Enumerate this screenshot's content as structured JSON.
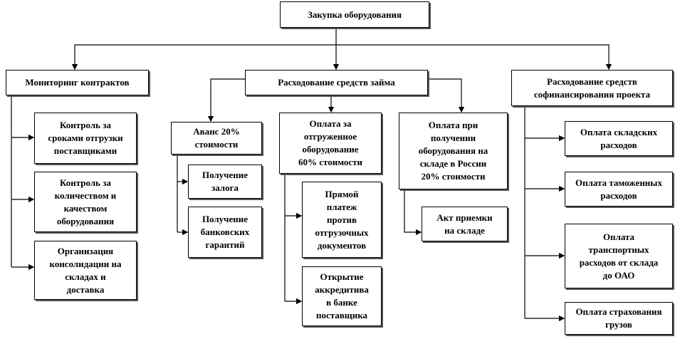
{
  "root": "Закупка оборудования",
  "level1": {
    "monitoring": "Мониторинг контрактов",
    "loan_spending": "Расходование средств займа",
    "cofinancing": "Расходование средств\nсофинансирования проекта"
  },
  "monitoring_items": [
    "Контроль за\nсроками отгрузки\nпоставщиками",
    "Контроль за\nколичеством и\nкачеством\nоборудования",
    "Организация\nконсолидации на\nскладах и\nдоставка"
  ],
  "loan": {
    "advance": "Аванс 20%\nстоимости",
    "advance_items": [
      "Получение\nзалога",
      "Получение\nбанковских\nгарантий"
    ],
    "shipped": "Оплата за\nотгруженное\nоборудование\n60% стоимости",
    "shipped_items": [
      "Прямой\nплатеж\nпротив\nотгрузочных\nдокументов",
      "Открытие\nаккредитива\nв банке\nпоставщика"
    ],
    "received": "Оплата при\nполучении\nоборудования на\nскладе в России\n20% стоимости",
    "received_items": [
      "Акт приемки\nна складе"
    ]
  },
  "cofinancing_items": [
    "Оплата складских\nрасходов",
    "Оплата таможенных\nрасходов",
    "Оплата\nтранспортных\nрасходов от склада\nдо ОАО",
    "Оплата страхования\nгрузов"
  ]
}
